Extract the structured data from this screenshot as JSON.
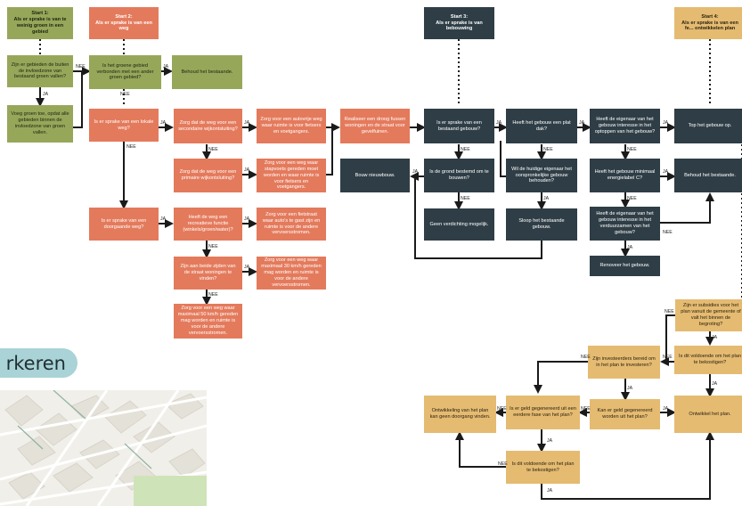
{
  "headers": {
    "start1": "Start 1:\nAls er sprake is van te weinig groen in een gebied",
    "start2": "Start 2:\nAls er sprake is van een weg",
    "start3": "Start 3:\nAls er sprake is van bebouwing",
    "start4": "Start 4:\nAls er sprake is van een fe... ontwikkelen plan"
  },
  "green": {
    "g1": "Zijn er gebieden de buiten de invloedzone van bestaand groen vallen?",
    "g2": "Is het groene gebied verbonden met een ander groen gebied?",
    "g3": "Behoud het bestaande.",
    "g4": "Voeg groen toe, opdat alle gebieden binnen de invloedzone van groen vallen."
  },
  "road": {
    "r1": "Is er sprake van een lokale weg?",
    "r2": "Zorg dat de weg voor een secondaire wijkontsluiting?",
    "r3": "Zorg voor een autovrije weg waar ruimte is voor fietsers en voetgangers.",
    "r4": "Realiseer een droog fussen woningen en de straat voor gevelfuinen.",
    "r5": "Zorg dat de weg voor een primaire wijkontsluiting?",
    "r6": "Zorg voor een weg waar stapvoets gereden moet worden en waar ruimte is voor fietsers en voetgangers.",
    "r7": "Is er sprake van een doorgaande weg?",
    "r8": "Heeft de weg een recreatieve functie (winkels/groen/water)?",
    "r9": "Zorg voor een fietstraat waar auto's te gast zijn en ruimte is voor de andere vervoersstromen.",
    "r10": "Zijn aan beide zijden van de straat woningen te vinden?",
    "r11": "Zorg voor een weg waar maximaal 30 km/h gereden mag worden en ruimte is voor de andere vervoersstromen.",
    "r12": "Zorg voor een weg waar maximaal 50 km/h gereden mag worden en ruimte is voor de andere vervoersstromen."
  },
  "build": {
    "b1": "Is er sprake van een bestaand gebouw?",
    "b2": "Heeft het gebouw een plat dak?",
    "b3": "Heeft de eigenaar van het gebouw interesse in het optoppen van het gebouw?",
    "b4": "Top het gebouw op.",
    "b5": "Bouw nieuwbouw.",
    "b6": "Is de grond bestemd om te bouwen?",
    "b7": "Wil de huidige eigenaar het oorspronkelijke gebouw behouden?",
    "b8": "Heeft het gebouw minimaal energielabel C?",
    "b9": "Behoud het bestaande.",
    "b10": "Geen verdichting mogelijk.",
    "b11": "Sloop het bestaande gebouw.",
    "b12": "Heeft de eigenaar van het gebouw interesse in het verduurzamen van het gebouw?",
    "b13": "Renoveer het gebouw."
  },
  "plan": {
    "p1": "Zijn er subsidies voor het plan vanuit de gemeente of valt het binnen de begroting?",
    "p2": "Zijn investeerders bereid om in het plan te investeren?",
    "p3": "Is dit voldoende om het plan te bekostigen?",
    "p4": "Ontwikkeling van het plan kan geen doorgang vinden.",
    "p5": "Is er geld gegenereerd uit een eerdere fase van het plan?",
    "p6": "Kan er geld gegenereerd worden uit het plan?",
    "p7": "Ontwikkel het plan.",
    "p8": "Is dit voldoende om het plan te bekostigen?"
  },
  "labels": {
    "ja": "JA",
    "nee": "NEE"
  },
  "section_title": "rkeren",
  "colors": {
    "green": "#97a75a",
    "orange": "#e47a5c",
    "dark": "#2f3e46",
    "yellow": "#e5bb72",
    "pill": "#a9d3d6"
  }
}
